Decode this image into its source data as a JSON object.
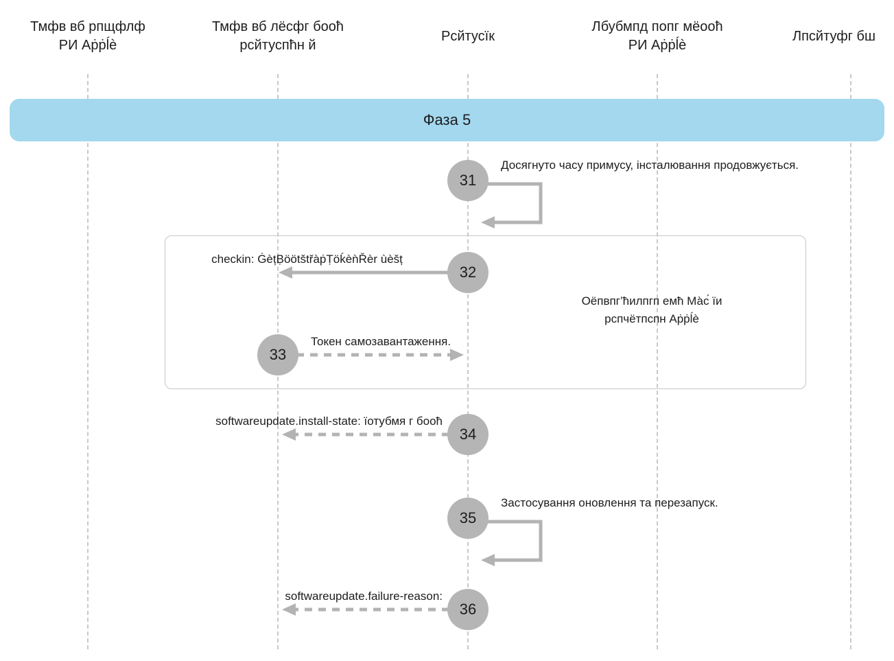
{
  "diagram": {
    "phase_label": "Фаза 5",
    "colors": {
      "banner": "#a3d8ee",
      "circle": "#b5b5b5",
      "arrow": "#b3b3b3",
      "lifeline": "#c9c9c9",
      "text": "#1d1d1f"
    },
    "lifelines": [
      {
        "line1": "Тмфв вб рпщфлф",
        "line2": "РИ Аṗṗĺè"
      },
      {
        "line1": "Тмфв вб лёсфг бооħ",
        "line2": "рсйтуспħн й"
      },
      {
        "line1": "Рсйтусїк",
        "line2": ""
      },
      {
        "line1": "Лбубмпд попг мёооħ",
        "line2": "РИ Аṗṗĺè"
      },
      {
        "line1": "Лпсйтуфг бш",
        "line2": ""
      }
    ],
    "steps": [
      {
        "number": "31",
        "label": "Досягнуто часу примусу, інсталювання продовжується."
      },
      {
        "number": "32",
        "label": "checkin: ĠèțḄöötštřàṗṬöḱèǹŘèr ùèšț"
      },
      {
        "number": "33",
        "label": "Токен самозавантаження."
      },
      {
        "number": "34",
        "label": "softwareupdate.install-state: їотубмя г бооħ"
      },
      {
        "number": "35",
        "label": "Застосування оновлення та перезапуск."
      },
      {
        "number": "36",
        "label": "softwareupdate.failure-reason:"
      }
    ],
    "note": {
      "line1": "Оёпвпг’ħилпгп емħ Ма̀с́ їи",
      "line2": "рспчётпспн Аṗṗĺè"
    }
  }
}
